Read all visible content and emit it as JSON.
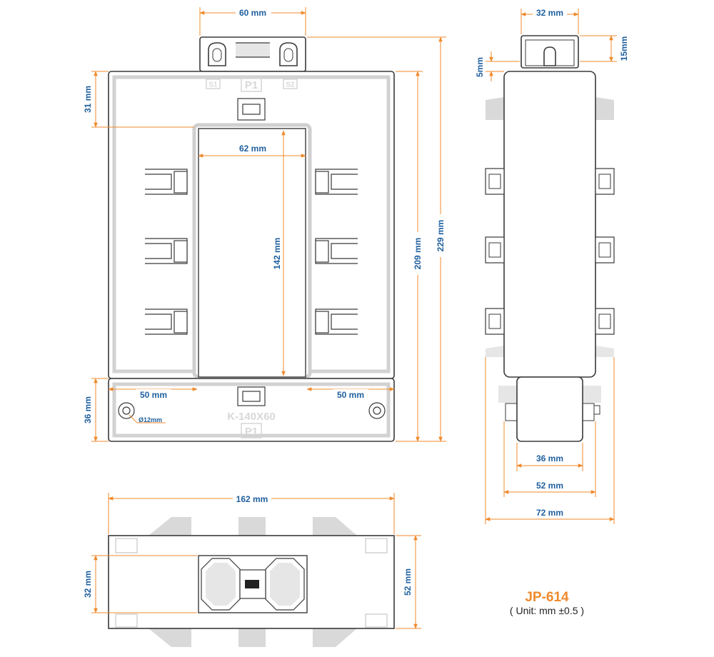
{
  "title": {
    "model": "JP-614",
    "unit": "( Unit: mm ±0.5 )"
  },
  "front_view": {
    "dim_top_width": "60 mm",
    "dim_top_offset": "31 mm",
    "dim_window_width": "62 mm",
    "dim_window_height": "142 mm",
    "dim_body_height": "209 mm",
    "dim_total_height": "229 mm",
    "dim_bottom_strip": "36 mm",
    "dim_left_margin": "50 mm",
    "dim_right_margin": "50 mm",
    "hole_diameter": "Ø12mm",
    "label_s1": "S1",
    "label_p1_top": "P1",
    "label_s2": "S2",
    "model_emboss": "K-140X60",
    "label_p1_bottom": "P1"
  },
  "side_view": {
    "dim_cap_width": "32 mm",
    "dim_cap_height": "15mm",
    "dim_cap_gap": "5mm",
    "dim_base_36": "36 mm",
    "dim_base_52": "52 mm",
    "dim_base_72": "72 mm"
  },
  "bottom_view": {
    "dim_width": "162 mm",
    "dim_inner_height": "32 mm",
    "dim_height": "52 mm"
  },
  "colors": {
    "dimension_line": "#f08a2c",
    "dimension_text": "#1f5f9e",
    "outline": "#3a3a3a",
    "model_text": "#f08a2c"
  }
}
